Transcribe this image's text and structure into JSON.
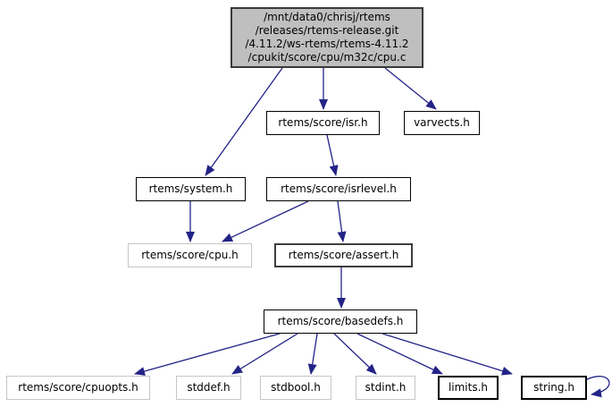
{
  "diagram": {
    "type": "include-dependency-graph",
    "edge_color": "#232387",
    "main_node_fill": "#bfbfbf",
    "nodes": {
      "main": {
        "label": "/mnt/data0/chrisj/rtems\n/releases/rtems-release.git\n/4.11.2/ws-rtems/rtems-4.11.2\n/cpukit/score/cpu/m32c/cpu.c"
      },
      "isr": {
        "label": "rtems/score/isr.h"
      },
      "varvects": {
        "label": "varvects.h"
      },
      "system": {
        "label": "rtems/system.h"
      },
      "isrlevel": {
        "label": "rtems/score/isrlevel.h"
      },
      "cpu": {
        "label": "rtems/score/cpu.h"
      },
      "assert": {
        "label": "rtems/score/assert.h"
      },
      "basedefs": {
        "label": "rtems/score/basedefs.h"
      },
      "cpuopts": {
        "label": "rtems/score/cpuopts.h"
      },
      "stddef": {
        "label": "stddef.h"
      },
      "stdbool": {
        "label": "stdbool.h"
      },
      "stdint": {
        "label": "stdint.h"
      },
      "limits": {
        "label": "limits.h"
      },
      "string": {
        "label": "string.h"
      }
    },
    "edges": [
      {
        "from": "main",
        "to": "system"
      },
      {
        "from": "main",
        "to": "isr"
      },
      {
        "from": "main",
        "to": "varvects"
      },
      {
        "from": "isr",
        "to": "isrlevel"
      },
      {
        "from": "system",
        "to": "cpu"
      },
      {
        "from": "isrlevel",
        "to": "cpu"
      },
      {
        "from": "isrlevel",
        "to": "assert"
      },
      {
        "from": "assert",
        "to": "basedefs"
      },
      {
        "from": "basedefs",
        "to": "cpuopts"
      },
      {
        "from": "basedefs",
        "to": "stddef"
      },
      {
        "from": "basedefs",
        "to": "stdbool"
      },
      {
        "from": "basedefs",
        "to": "stdint"
      },
      {
        "from": "basedefs",
        "to": "limits"
      },
      {
        "from": "basedefs",
        "to": "string"
      },
      {
        "from": "string",
        "to": "string"
      }
    ]
  }
}
